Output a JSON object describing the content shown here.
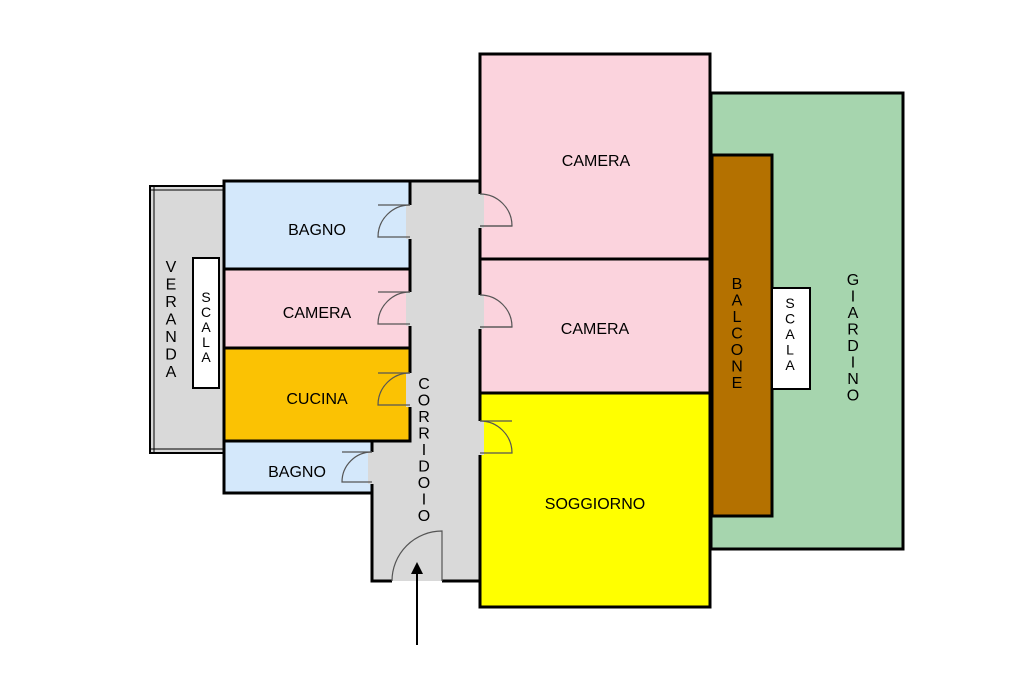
{
  "rooms": {
    "bagno_top": "BAGNO",
    "camera_left": "CAMERA",
    "cucina": "CUCINA",
    "bagno_bottom": "BAGNO",
    "camera_top_right": "CAMERA",
    "camera_mid_right": "CAMERA",
    "soggiorno": "SOGGIORNO"
  },
  "vertical_labels": {
    "veranda": "VERANDA",
    "scala_left": "SCALA",
    "corridoio": "CORRIDOIO",
    "balcone": "BALCONE",
    "scala_right": "SCALA",
    "giardino": "GIARDINO"
  },
  "colors": {
    "bagno": "#d4e8fb",
    "camera": "#fbd3dd",
    "cucina": "#fbc203",
    "soggiorno": "#ffff00",
    "corridor": "#d9d9d9",
    "veranda": "#d9d9d9",
    "balcone": "#b47100",
    "giardino": "#a6d5ae",
    "wall": "#000000"
  },
  "icons": {
    "entrance": "arrow-up-icon",
    "door": "door-swing-icon"
  }
}
